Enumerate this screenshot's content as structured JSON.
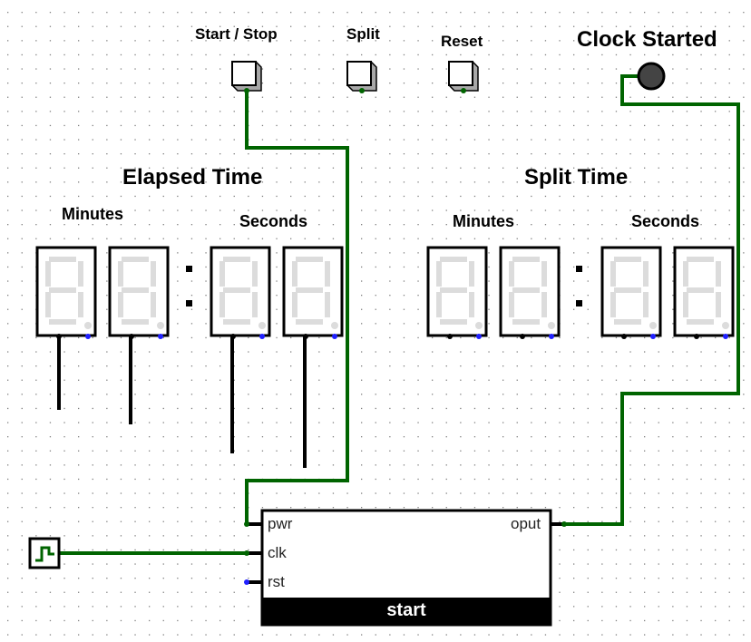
{
  "inputs": {
    "start_stop": "Start / Stop",
    "split": "Split",
    "reset": "Reset"
  },
  "indicator": {
    "label": "Clock Started",
    "state": "off"
  },
  "elapsed": {
    "title": "Elapsed Time",
    "minutes_label": "Minutes",
    "seconds_label": "Seconds"
  },
  "split_time": {
    "title": "Split Time",
    "minutes_label": "Minutes",
    "seconds_label": "Seconds"
  },
  "chip": {
    "name": "start",
    "inputs": [
      "pwr",
      "clk",
      "rst"
    ],
    "output": "oput"
  },
  "colors": {
    "wire_active": "#006400",
    "wire_idle": "#000000",
    "pin_unconnected": "#2020ff",
    "segment_off": "#dcdcdc",
    "led_off": "#444444",
    "grid_dot": "#808080"
  }
}
